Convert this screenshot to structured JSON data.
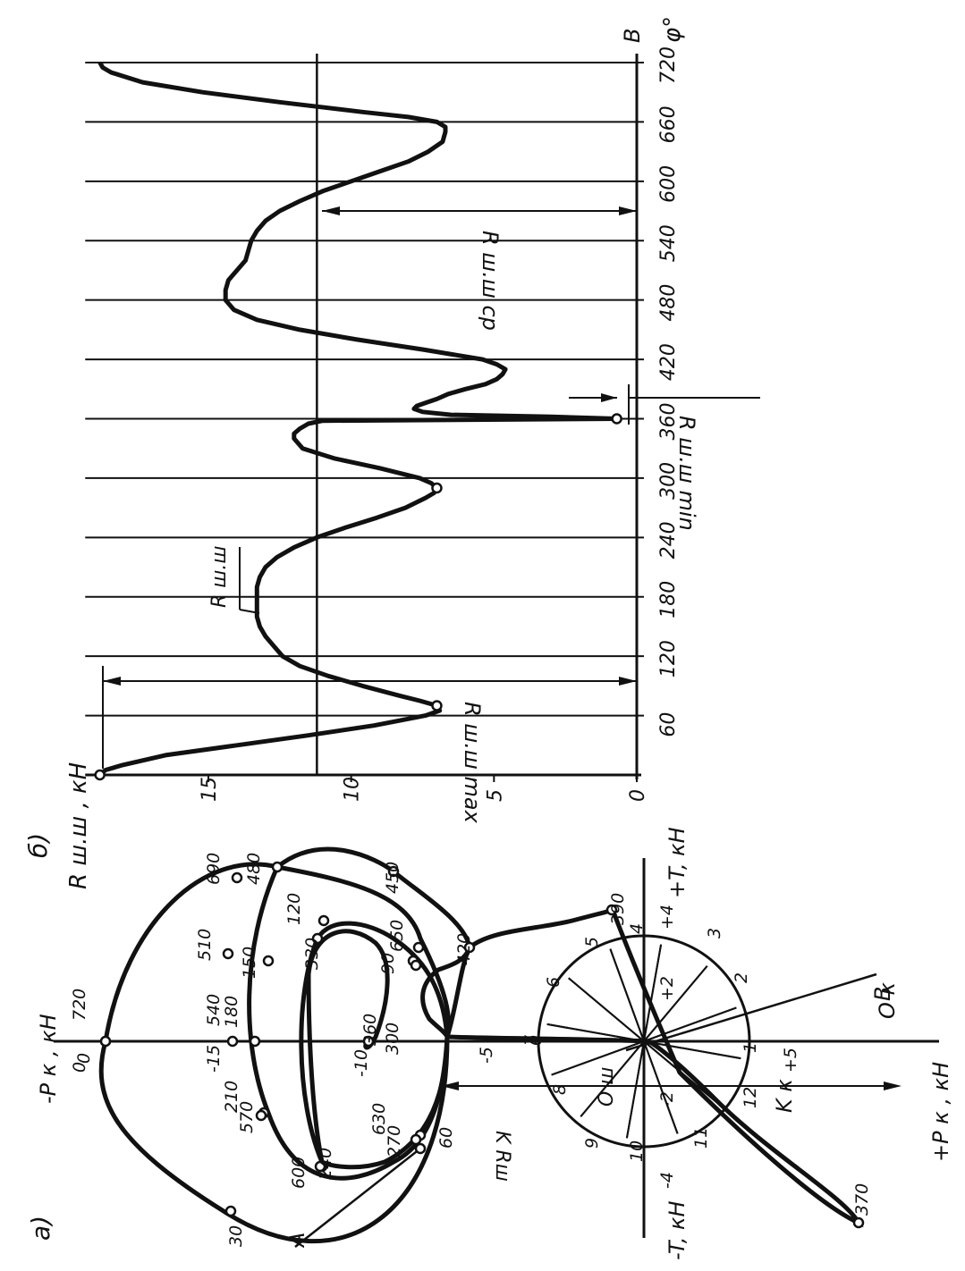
{
  "chart_data": [
    {
      "id": "b",
      "type": "line",
      "panel_label": "б)",
      "ylabel": "R ш.ш , кН",
      "xlabel": "φ°",
      "x_ticks": [
        60,
        120,
        180,
        240,
        300,
        360,
        420,
        480,
        540,
        600,
        660,
        720
      ],
      "y_ticks": [
        0,
        5,
        10,
        15
      ],
      "xlim": [
        0,
        720
      ],
      "ylim": [
        0,
        19
      ],
      "mean_value": 11.2,
      "series": [
        {
          "x": [
            0,
            5,
            10,
            20,
            30,
            40,
            50,
            60,
            65,
            70,
            75,
            80,
            90,
            100,
            110,
            120,
            130,
            140,
            150,
            160,
            170,
            180,
            190,
            200,
            210,
            220,
            230,
            240,
            250,
            260,
            270,
            280,
            285,
            290,
            295,
            300,
            310,
            320,
            330,
            340,
            345,
            350,
            355,
            358,
            360,
            362,
            364,
            367,
            370,
            373,
            376,
            380,
            385,
            390,
            395,
            400,
            405,
            410,
            415,
            420,
            430,
            440,
            450,
            460,
            470,
            480,
            490,
            500,
            510,
            520,
            530,
            540,
            550,
            560,
            570,
            580,
            590,
            600,
            610,
            620,
            630,
            640,
            650,
            655,
            660,
            665,
            670,
            680,
            690,
            700,
            710,
            715,
            720
          ],
          "y": [
            18.8,
            18.6,
            18.0,
            16.5,
            14.0,
            11.5,
            9.2,
            7.4,
            6.9,
            7.0,
            7.6,
            8.3,
            9.6,
            10.8,
            11.8,
            12.4,
            12.7,
            13.0,
            13.2,
            13.3,
            13.3,
            13.3,
            13.3,
            13.2,
            13.0,
            12.6,
            12.0,
            11.2,
            10.2,
            9.1,
            8.1,
            7.4,
            7.1,
            7.0,
            7.2,
            7.6,
            9.0,
            10.6,
            11.7,
            12.0,
            12.0,
            11.8,
            11.5,
            11.0,
            0.7,
            3.0,
            6.5,
            7.5,
            7.8,
            7.7,
            7.4,
            7.0,
            6.6,
            6.0,
            5.3,
            4.9,
            4.7,
            4.6,
            4.9,
            5.4,
            7.5,
            9.8,
            11.8,
            13.3,
            14.1,
            14.4,
            14.4,
            14.3,
            14.0,
            13.7,
            13.6,
            13.5,
            13.3,
            13.0,
            12.5,
            11.8,
            11.0,
            10.0,
            9.0,
            8.0,
            7.3,
            6.8,
            6.7,
            6.7,
            7.0,
            8.0,
            9.6,
            12.5,
            15.2,
            17.3,
            18.4,
            18.7,
            18.8
          ]
        }
      ],
      "markers": [
        {
          "x": 0,
          "y": 18.8
        },
        {
          "x": 70,
          "y": 7.0
        },
        {
          "x": 290,
          "y": 7.0
        },
        {
          "x": 360,
          "y": 0.7
        }
      ],
      "annotations": [
        "R ш.ш max",
        "R ш.ш ср",
        "R ш.ш min",
        "R ш.ш",
        "B"
      ]
    },
    {
      "id": "a",
      "type": "polar_diagram",
      "panel_label": "а)",
      "axes_labels": [
        "-P к , кН",
        "+P к , кН",
        "+T, кН",
        "-T, кН"
      ],
      "p_ticks": [
        "0",
        "-5",
        "-10",
        "-15",
        "+5"
      ],
      "t_ticks": [
        "+2",
        "+4",
        "-2",
        "-4"
      ],
      "crank_positions": [
        "0",
        "1",
        "2",
        "3",
        "4",
        "5",
        "6",
        "7",
        "8",
        "9",
        "10",
        "11",
        "12"
      ],
      "point_labels": [
        "720",
        "0",
        "30",
        "60",
        "90",
        "120",
        "150",
        "180",
        "210",
        "240",
        "270",
        "300",
        "330",
        "360",
        "370",
        "390",
        "420",
        "450",
        "480",
        "510",
        "540",
        "570",
        "600",
        "630",
        "650",
        "690"
      ],
      "other_labels": [
        "A",
        "B",
        "O к",
        "O ш",
        "K к",
        "K Rш"
      ]
    }
  ]
}
